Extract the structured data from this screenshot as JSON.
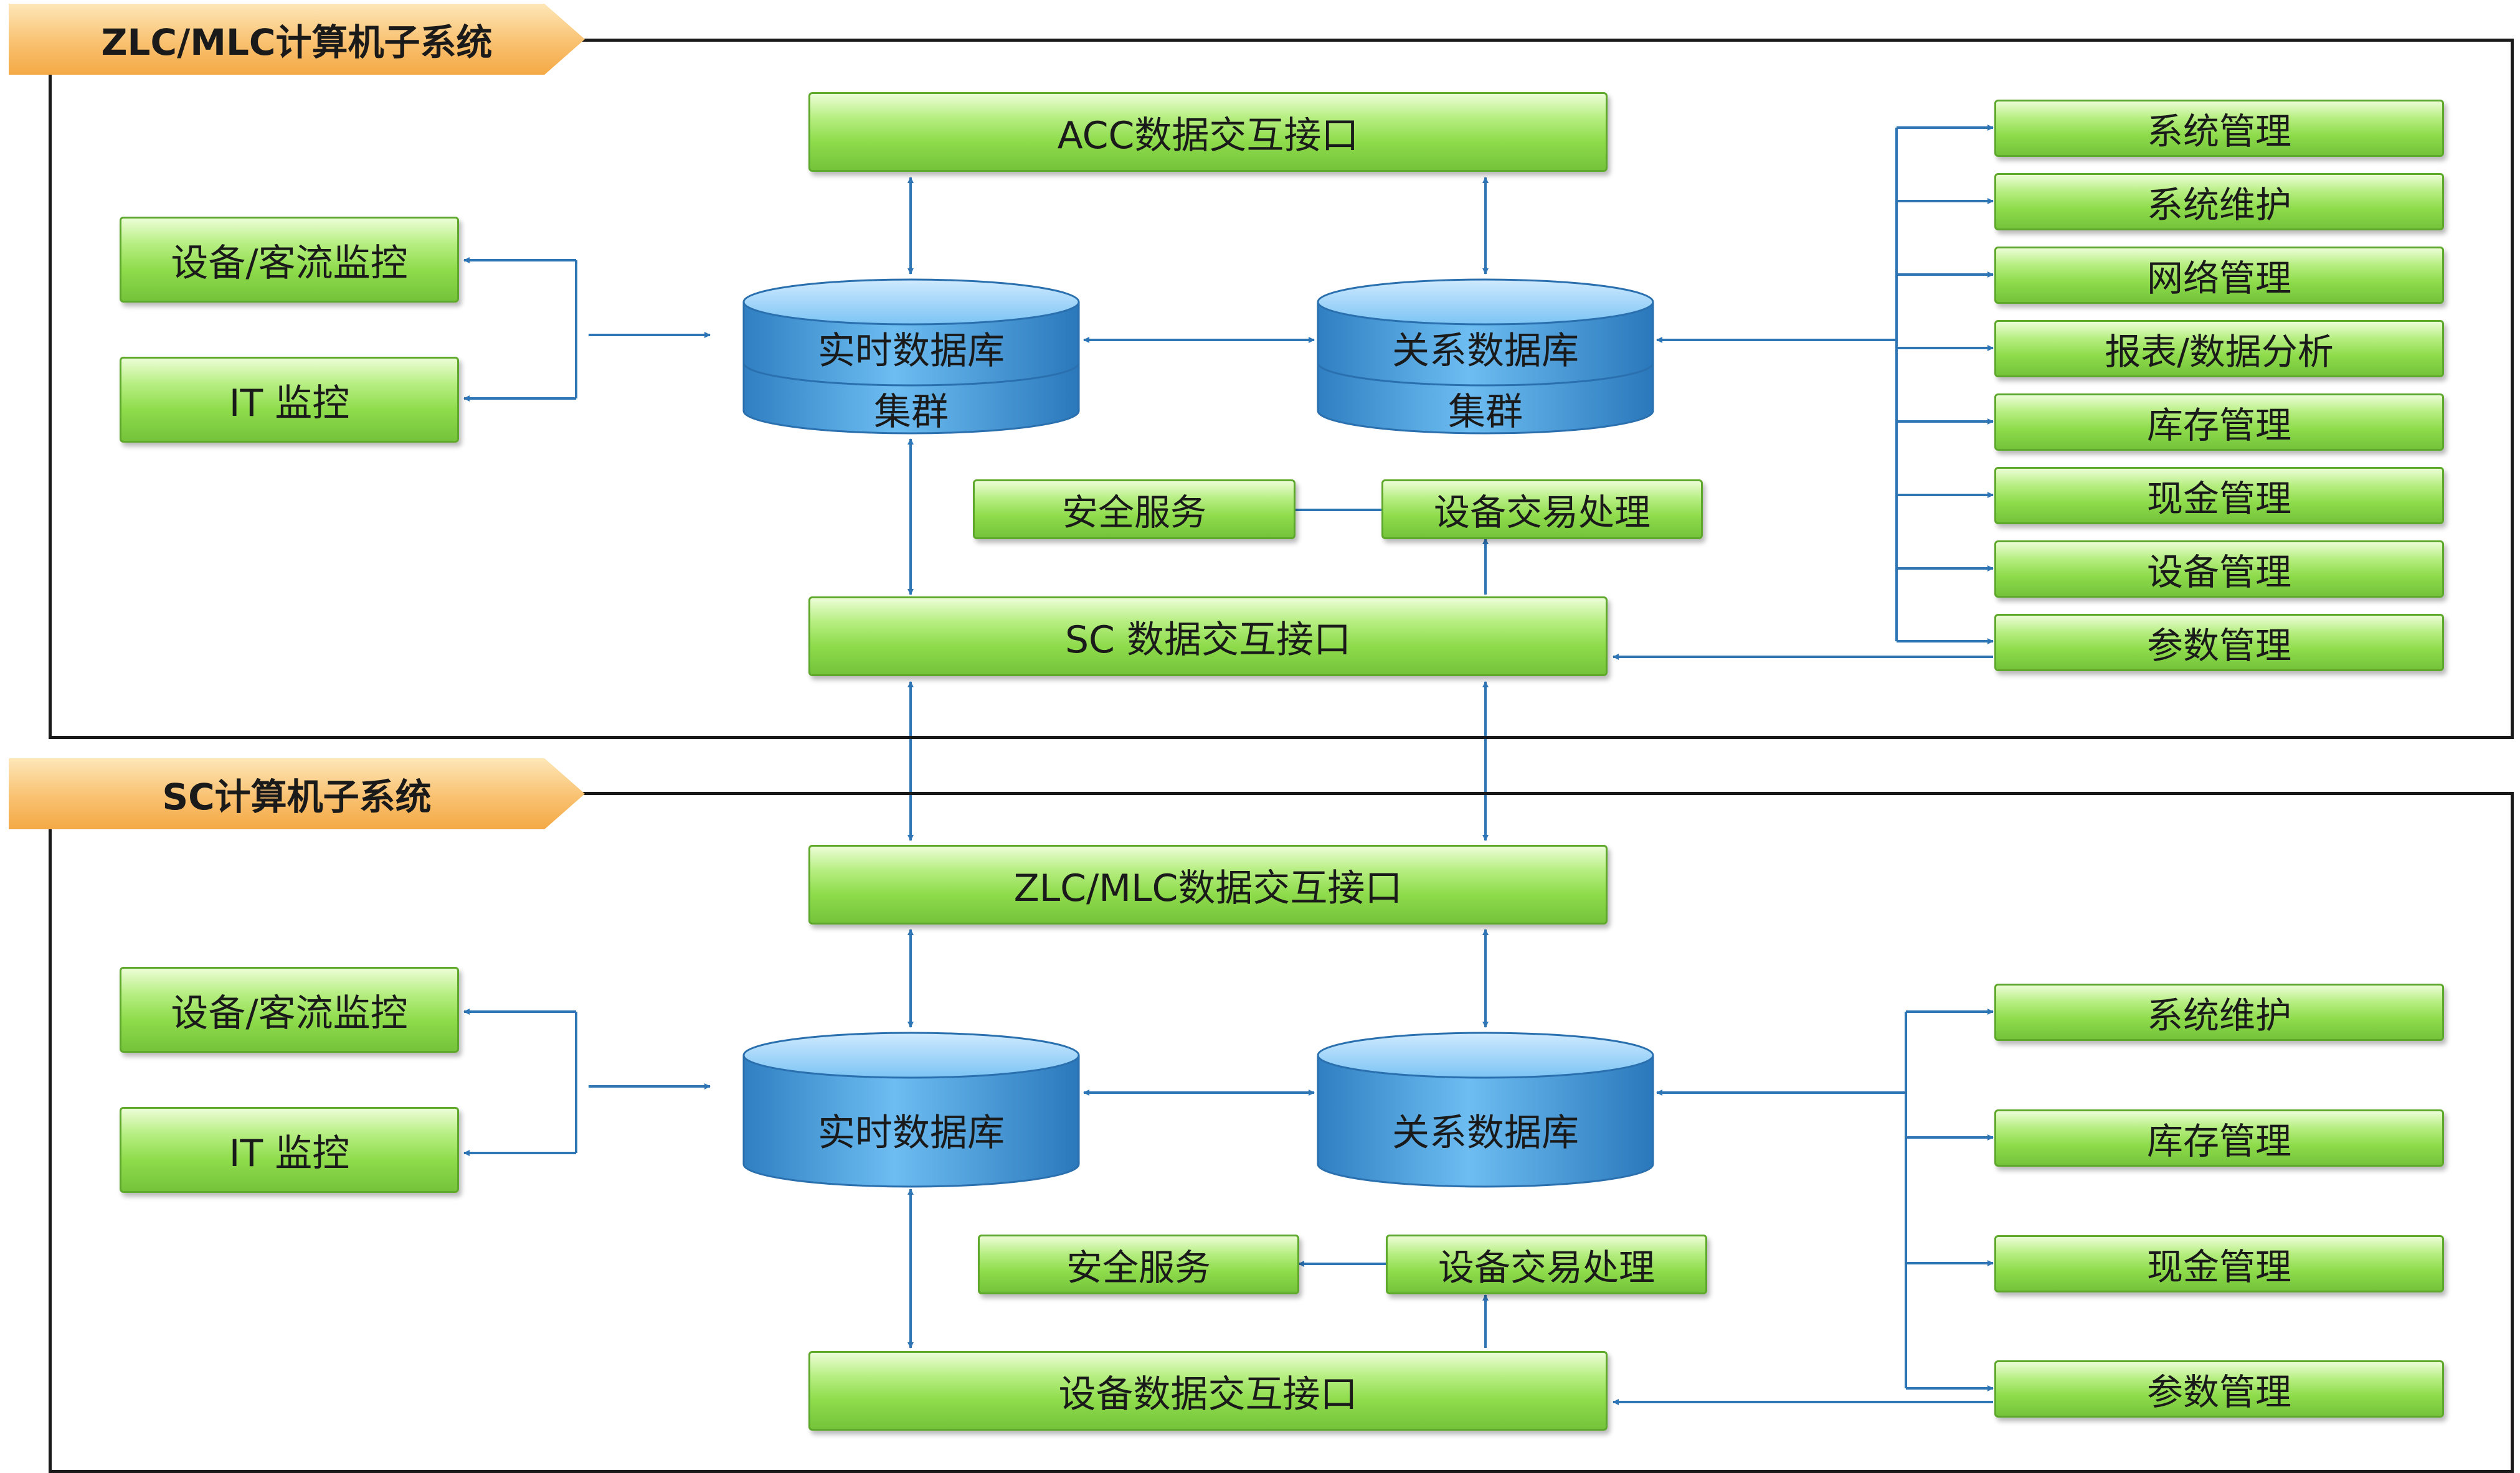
{
  "top": {
    "title": "ZLC/MLC计算机子系统",
    "acc_interface": "ACC数据交互接口",
    "sc_interface": "SC 数据交互接口",
    "monitor_boxes": [
      "设备/客流监控",
      "IT 监控"
    ],
    "realtime_db": {
      "name": "实时数据库",
      "sub": "集群"
    },
    "relational_db": {
      "name": "关系数据库",
      "sub": "集群"
    },
    "security": "安全服务",
    "transaction": "设备交易处理",
    "functions": [
      "系统管理",
      "系统维护",
      "网络管理",
      "报表/数据分析",
      "库存管理",
      "现金管理",
      "设备管理",
      "参数管理"
    ]
  },
  "bottom": {
    "title": "SC计算机子系统",
    "zlc_interface": "ZLC/MLC数据交互接口",
    "device_interface": "设备数据交互接口",
    "monitor_boxes": [
      "设备/客流监控",
      "IT 监控"
    ],
    "realtime_db": {
      "name": "实时数据库"
    },
    "relational_db": {
      "name": "关系数据库"
    },
    "security": "安全服务",
    "transaction": "设备交易处理",
    "functions": [
      "系统维护",
      "库存管理",
      "现金管理",
      "参数管理"
    ]
  },
  "colors": {
    "line": "#2e75b6",
    "green": "#8fdc4c",
    "db_blue": "#4aa3e0",
    "tag_orange": "#f9c170"
  }
}
